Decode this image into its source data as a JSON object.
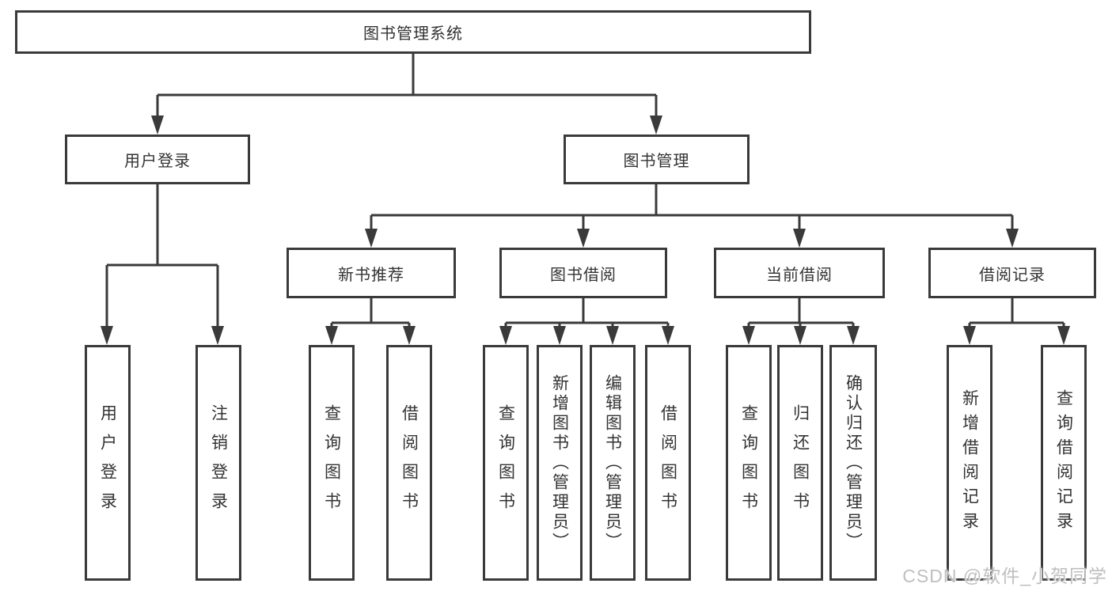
{
  "diagram": {
    "root": {
      "label": "图书管理系统"
    },
    "level2": [
      {
        "id": "user-login",
        "label": "用户登录"
      },
      {
        "id": "book-management",
        "label": "图书管理"
      }
    ],
    "level3": [
      {
        "id": "new-book-recommend",
        "label": "新书推荐"
      },
      {
        "id": "book-borrow",
        "label": "图书借阅"
      },
      {
        "id": "current-borrow",
        "label": "当前借阅"
      },
      {
        "id": "borrow-records",
        "label": "借阅记录"
      }
    ],
    "leaves": {
      "user_login": [
        "用户登录",
        "注销登录"
      ],
      "new_book_recommend": [
        "查询图书",
        "借阅图书"
      ],
      "book_borrow": [
        "查询图书",
        "新增图书（管理员）",
        "编辑图书（管理员）",
        "借阅图书"
      ],
      "current_borrow": [
        "查询图书",
        "归还图书",
        "确认归还（管理员）"
      ],
      "borrow_records": [
        "新增借阅记录",
        "查询借阅记录"
      ]
    }
  },
  "watermark": "CSDN @软件_小贺同学",
  "colors": {
    "line": "#3a3a3a",
    "text": "#333333",
    "watermark": "#bfbfbf",
    "background": "#ffffff"
  }
}
